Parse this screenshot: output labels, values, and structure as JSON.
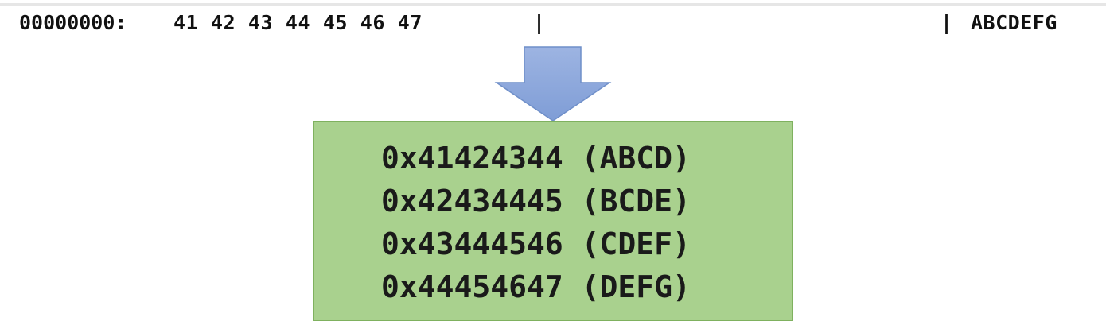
{
  "hexdump": {
    "offset": "00000000:",
    "bytes": "41 42 43 44 45 46 47",
    "separator_left": "|",
    "separator_right": "|",
    "ascii": "ABCDEFG"
  },
  "arrow": {
    "icon": "down-arrow-icon",
    "color": "#8faadc",
    "stroke": "#6f8fc9"
  },
  "result_box": {
    "color": "#a9d18e",
    "lines": [
      "0x41424344 (ABCD)",
      "0x42434445 (BCDE)",
      "0x43444546 (CDEF)",
      "0x44454647 (DEFG)"
    ]
  }
}
